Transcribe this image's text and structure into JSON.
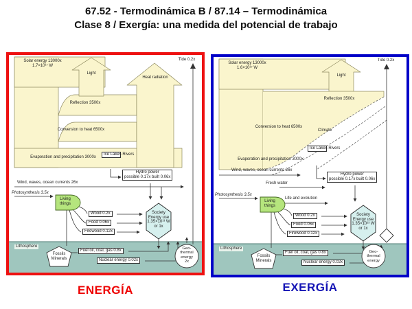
{
  "title": {
    "line1": "67.52 - Termodinámica B / 87.14 – Termodinámica",
    "line2": "Clase 8 / Exergía: una medida del potencial de trabajo"
  },
  "colors": {
    "energy_border": "#ee1111",
    "exergy_border": "#0000c8",
    "energy_caption": "#ee0000",
    "exergy_caption": "#1515b5",
    "cream": "#faf5cd",
    "teal": "#9fc6be",
    "living_green": "#b5e57d",
    "society_cyan": "#d6f0ee"
  },
  "energy": {
    "caption": "ENERGÍA",
    "solar1": "Solar energy 13000x",
    "solar2": "1.7×10¹⁷ W",
    "light": "Light",
    "heat": "Heat radiation",
    "tide": "Tide 0.2x",
    "reflection": "Reflection 3500x",
    "conversion": "Conversion to heat 6500x",
    "evaporation": "Evaporation and precipitation 3000x",
    "ice": "Ice\nLakes\nRivers",
    "hydro1": "Hydro power",
    "hydro2": "possible 0.17x built 0.06x",
    "wind": "Wind, waves, ocean currents 26x",
    "photo": "Photosynthesis 3.5x",
    "living": "Living\nthings",
    "wood": "Wood 0.2x",
    "food": "Food 0.06x",
    "firewood": "Firewood 0.12x",
    "society": "Society\nEnergy use\n1.35×10¹³ W\nor 1x",
    "litho": "Lithosphere",
    "fossils": "Fossils\nMinerals",
    "fuel": "Fuel oil, coal, gas 0.8x",
    "nuclear": "Nuclear energy 0.02x",
    "geo": "Geo-\nthermal\nenergy\n2x"
  },
  "exergy": {
    "caption": "EXERGÍA",
    "solar1": "Solar energy 13000x",
    "solar2": "1.6×10¹⁷ W",
    "light": "Light",
    "tide": "Tide 0.2x",
    "reflection": "Reflection 3500x",
    "conversion": "Conversion to heat 6500x",
    "climate": "Climate",
    "evaporation": "Evaporation and precipitation 3000x",
    "ice": "Ice\nLakes\nRivers",
    "hydro1": "Hydro power",
    "hydro2": "possible 0.17x built 0.06x",
    "wind": "Wind, waves, ocean currents 26x",
    "fresh": "Fresh water",
    "photo": "Photosynthesis 3.5x",
    "living": "Living\nthings",
    "life": "Life and evolution",
    "wood": "Wood 0.2x",
    "food": "Food 0.06x",
    "firewood": "Firewood 0.12x",
    "society": "Society\nEnergy use\n1.35×10¹³ W\nor 1x",
    "litho": "Lithosphere",
    "fossils": "Fossils\nMinerals",
    "fuel": "Fuel oil, coal, gas 0.8x",
    "nuclear": "Nuclear energy 0.02x",
    "geo": "Geo-\nthermal\nenergy"
  }
}
